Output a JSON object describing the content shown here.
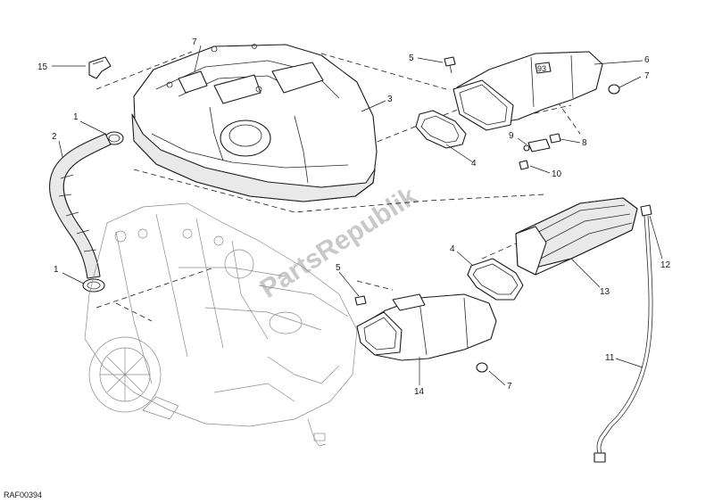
{
  "watermark": "PartsRepublik",
  "drawing_ref": "RAF00394",
  "callouts": [
    {
      "id": "c15",
      "label": "15"
    },
    {
      "id": "c7a",
      "label": "7"
    },
    {
      "id": "c3",
      "label": "3"
    },
    {
      "id": "c1a",
      "label": "1"
    },
    {
      "id": "c2",
      "label": "2"
    },
    {
      "id": "c5a",
      "label": "5"
    },
    {
      "id": "c6",
      "label": "6"
    },
    {
      "id": "c7b",
      "label": "7"
    },
    {
      "id": "c4a",
      "label": "4"
    },
    {
      "id": "c9",
      "label": "9"
    },
    {
      "id": "c8",
      "label": "8"
    },
    {
      "id": "c10",
      "label": "10"
    },
    {
      "id": "c1b",
      "label": "1"
    },
    {
      "id": "c5b",
      "label": "5"
    },
    {
      "id": "c4b",
      "label": "4"
    },
    {
      "id": "c12",
      "label": "12"
    },
    {
      "id": "c13",
      "label": "13"
    },
    {
      "id": "c11",
      "label": "11"
    },
    {
      "id": "c14",
      "label": "14"
    },
    {
      "id": "c7c",
      "label": "7"
    }
  ]
}
